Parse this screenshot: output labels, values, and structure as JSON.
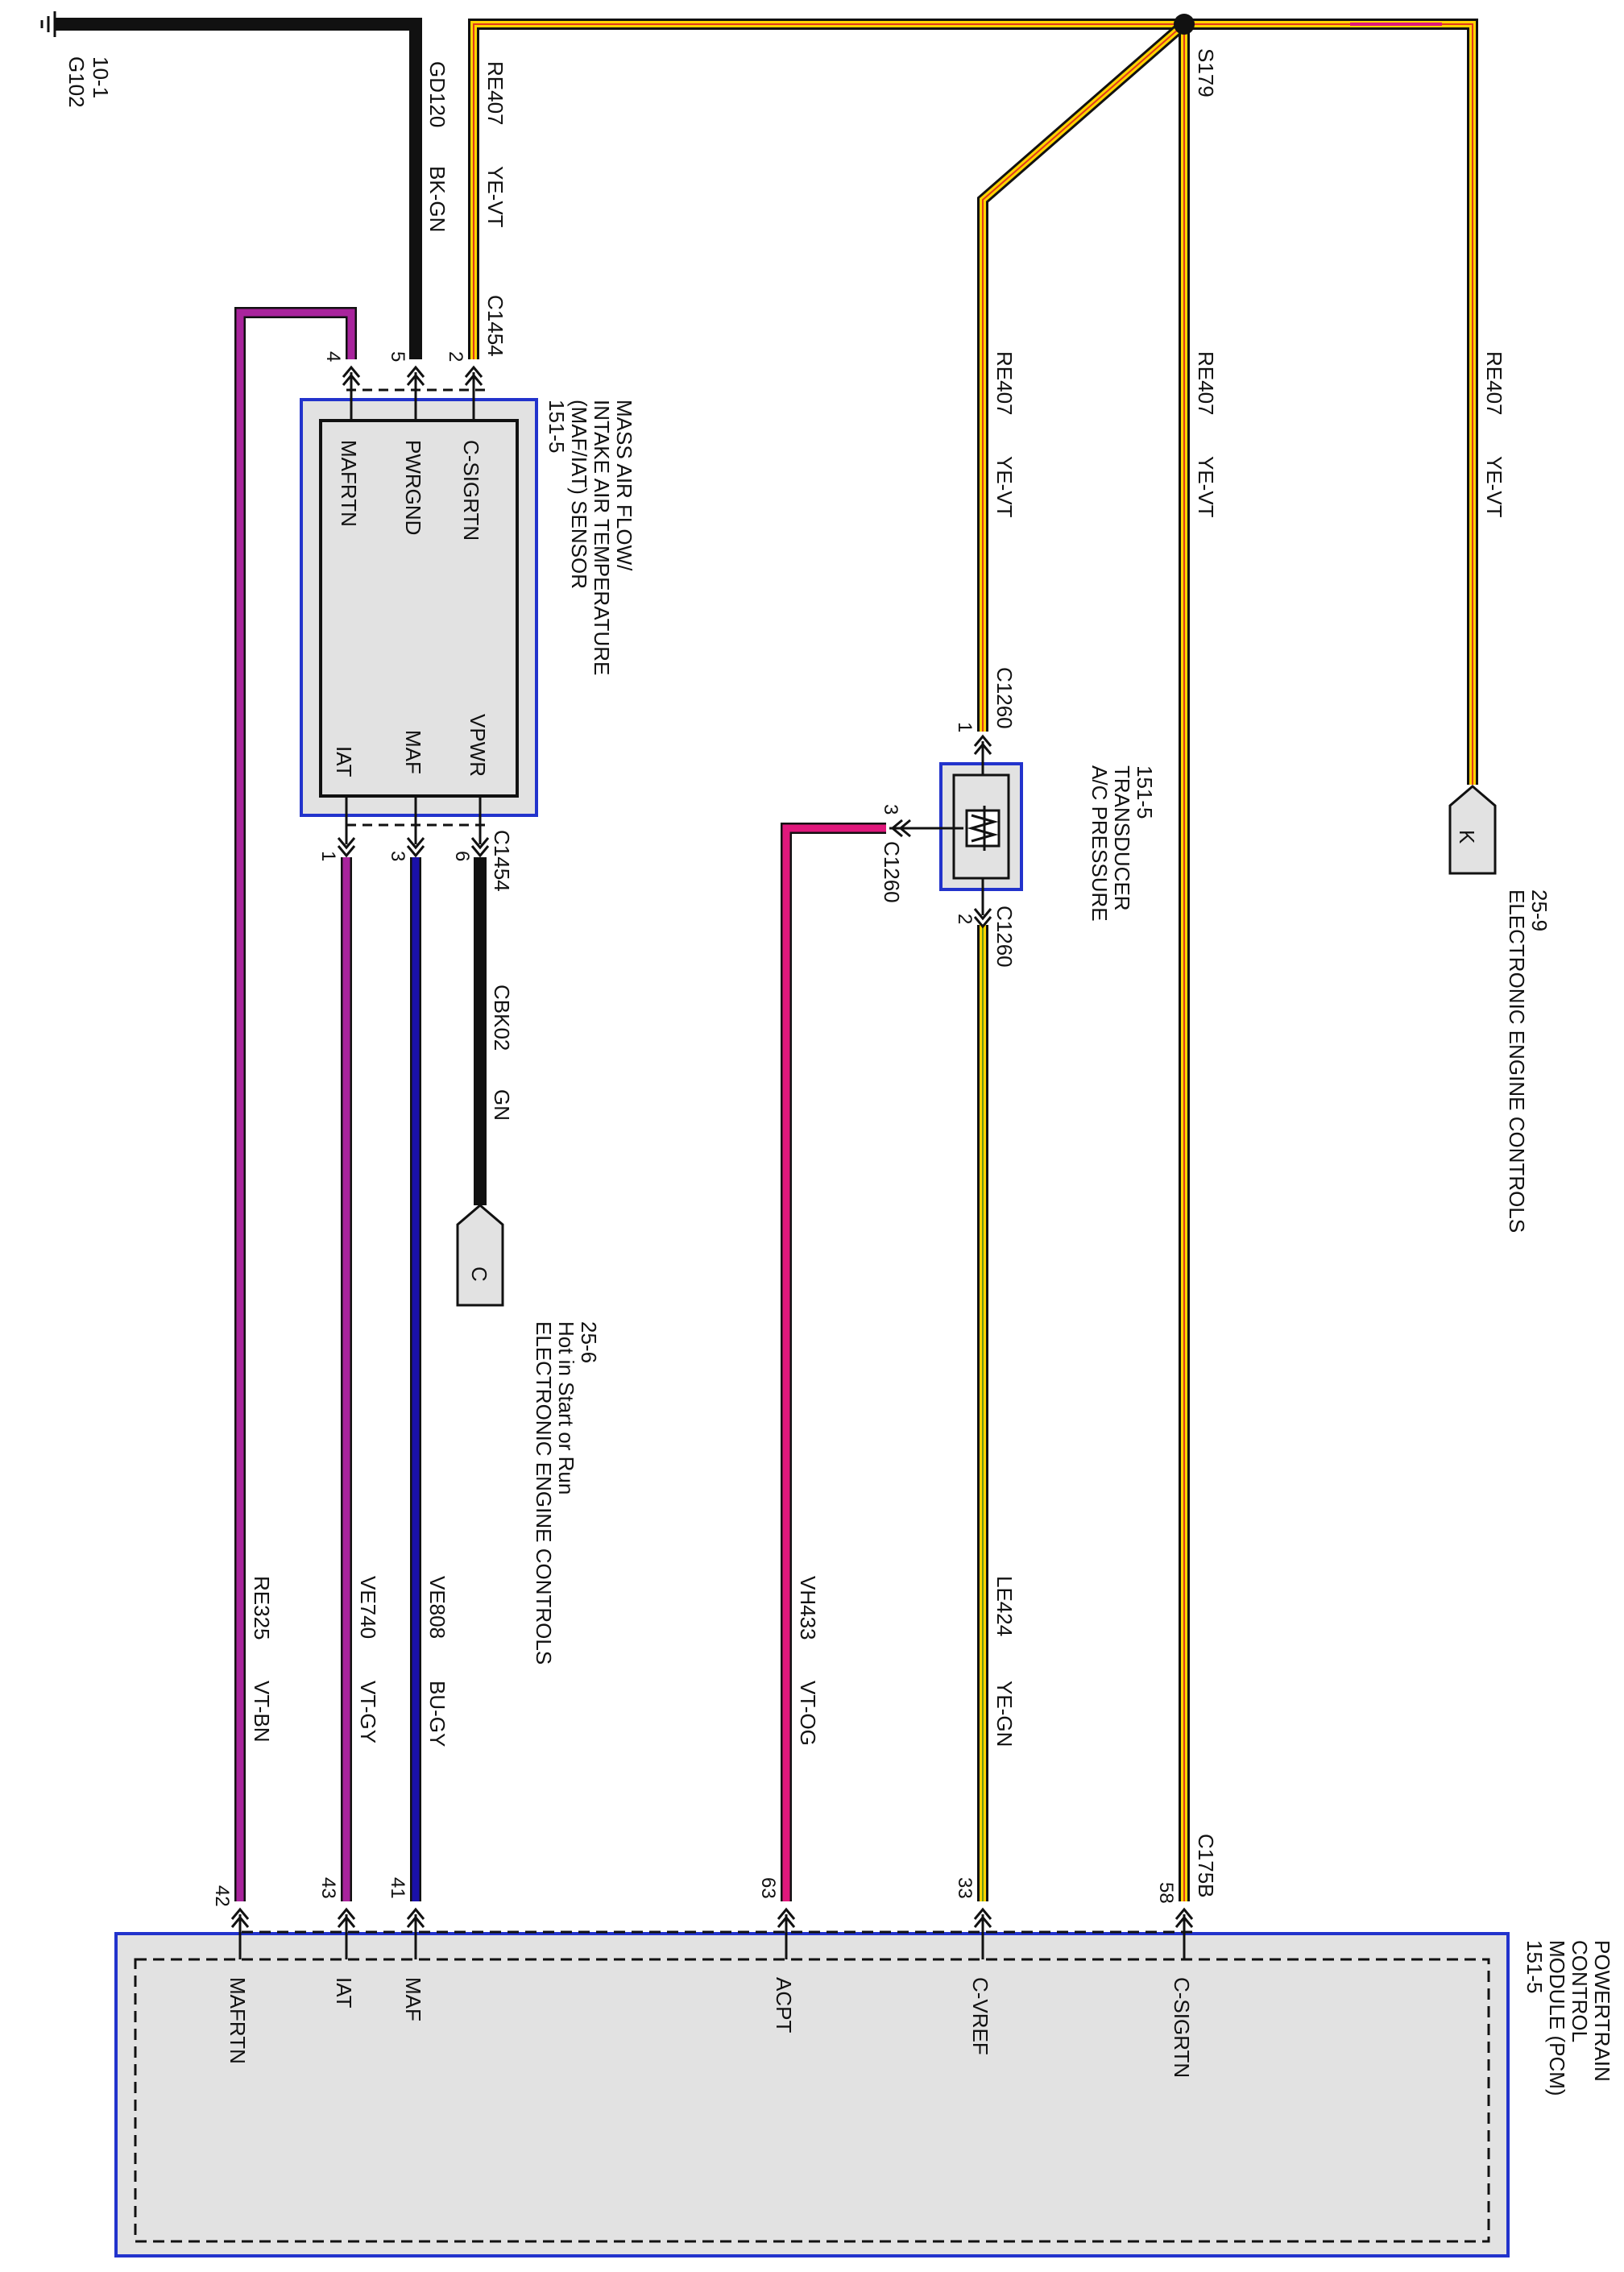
{
  "ground": {
    "id": "G102",
    "page": "10-1"
  },
  "pcm": {
    "title_lines": [
      "POWERTRAIN",
      "CONTROL",
      "MODULE (PCM)",
      "151-5"
    ],
    "connector": "C175B",
    "pins": [
      {
        "num": "42",
        "name": "MAFRTN"
      },
      {
        "num": "43",
        "name": "IAT"
      },
      {
        "num": "41",
        "name": "MAF"
      },
      {
        "num": "63",
        "name": "ACPT"
      },
      {
        "num": "33",
        "name": "C-VREF"
      },
      {
        "num": "58",
        "name": "C-SIGRTN"
      }
    ]
  },
  "maf_sensor": {
    "title_lines": [
      "MASS AIR FLOW/",
      "INTAKE AIR TEMPERATURE",
      "(MAF/IAT) SENSOR",
      "151-5"
    ],
    "connector": "C1454",
    "left_pins": [
      {
        "num": "4",
        "name": "MAFRTN"
      },
      {
        "num": "5",
        "name": "PWRGND"
      },
      {
        "num": "2",
        "name": "C-SIGRTN"
      }
    ],
    "right_pins": [
      {
        "num": "1",
        "name": "IAT"
      },
      {
        "num": "3",
        "name": "MAF"
      },
      {
        "num": "6",
        "name": "VPWR"
      }
    ]
  },
  "ac_transducer": {
    "title_lines": [
      "A/C PRESSURE",
      "TRANSDUCER",
      "151-5"
    ],
    "connector": "C1260",
    "pins": [
      "1",
      "2",
      "3"
    ]
  },
  "splice": {
    "id": "S179"
  },
  "wires": [
    {
      "circuit": "GD120",
      "color_code": "BK-GN"
    },
    {
      "circuit": "RE407",
      "color_code": "YE-VT"
    },
    {
      "circuit": "RE407",
      "color_code": "YE-VT"
    },
    {
      "circuit": "RE407",
      "color_code": "YE-VT"
    },
    {
      "circuit": "RE407",
      "color_code": "YE-VT"
    },
    {
      "circuit": "CBK02",
      "color_code": "GN"
    },
    {
      "circuit": "RE325",
      "color_code": "VT-BN"
    },
    {
      "circuit": "VE740",
      "color_code": "VT-GY"
    },
    {
      "circuit": "VE808",
      "color_code": "BU-GY"
    },
    {
      "circuit": "VH433",
      "color_code": "VT-OG"
    },
    {
      "circuit": "LE424",
      "color_code": "YE-GN"
    }
  ],
  "refs": [
    {
      "letter": "K",
      "lines": [
        "ELECTRONIC ENGINE CONTROLS",
        "25-9"
      ]
    },
    {
      "letter": "C",
      "lines": [
        "ELECTRONIC ENGINE CONTROLS",
        "Hot in Start or Run",
        "25-6"
      ]
    }
  ],
  "colors": {
    "black": "#111111",
    "yellow": "#ffd400",
    "red": "#e03a1e",
    "violet": "#a8249c",
    "magenta": "#e0187c",
    "blue": "#1a10a8",
    "green": "#6a9a1a",
    "module_fill": "#e2e2e2",
    "module_border": "#2233cc"
  }
}
